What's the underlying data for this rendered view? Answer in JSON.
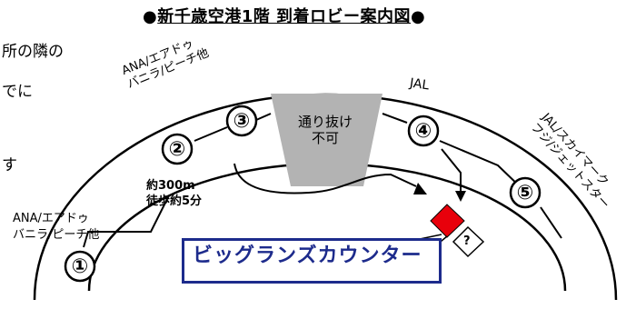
{
  "title": {
    "prefix": "●",
    "main": "新千歳空港1階 到着ロビー案内図",
    "suffix": "●"
  },
  "cut_text": {
    "line1": "所の隣の",
    "line2": "でに",
    "line3": "す"
  },
  "areas": {
    "ana_upper": {
      "line1": "ANA/エアドゥ",
      "line2": "バニラ/ピーチ他"
    },
    "ana_lower": {
      "line1": "ANA/エアドゥ",
      "line2": "バニラ/ピーチ他"
    },
    "jal": "JAL",
    "jal_right": {
      "line1": "JAL/スカイマーク",
      "line2": "フジ/ジェットスター"
    }
  },
  "gates": [
    "①",
    "②",
    "③",
    "④",
    "⑤"
  ],
  "no_pass": {
    "line1": "通り抜け",
    "line2": "不可"
  },
  "walk": {
    "line1": "約300m",
    "line2": "徒歩約5分"
  },
  "info_mark": "?",
  "counter": "ビッグランズカウンター",
  "colors": {
    "counter_blue": "#1d2b8c",
    "marker_red": "#e8000b",
    "gray_block": "#b3b3b3"
  }
}
